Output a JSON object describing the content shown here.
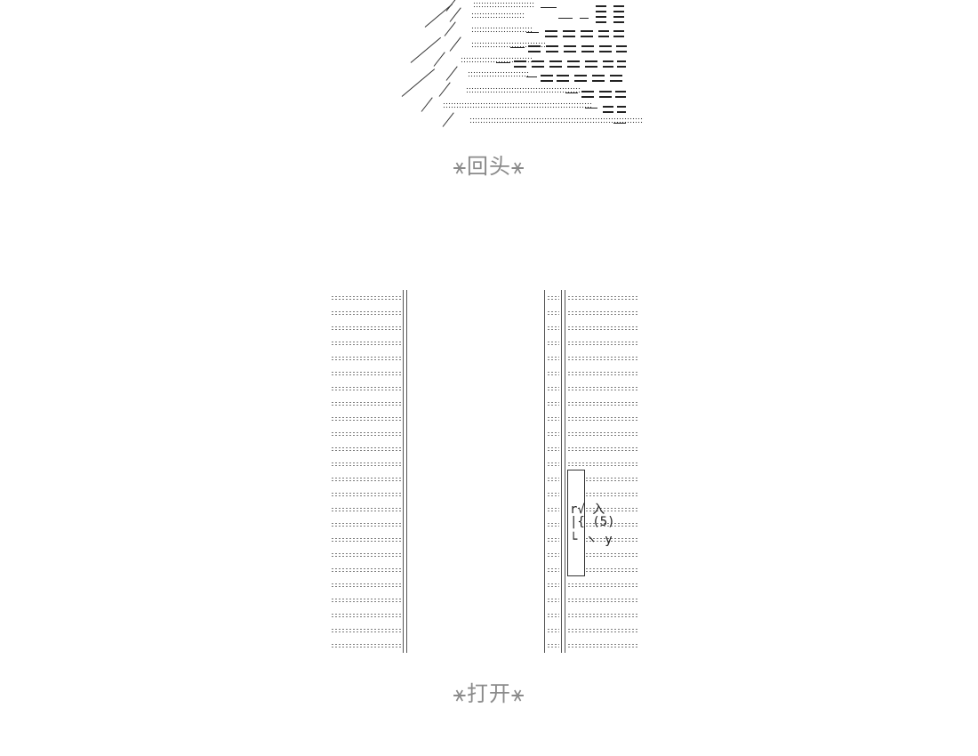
{
  "captions": {
    "top": "⚹回头⚹",
    "bottom": "⚹打开⚹"
  },
  "door": {
    "row_count": 24,
    "handle_lines": [
      "r√ 入",
      "|{ (5)",
      "└ ヽ y"
    ]
  }
}
